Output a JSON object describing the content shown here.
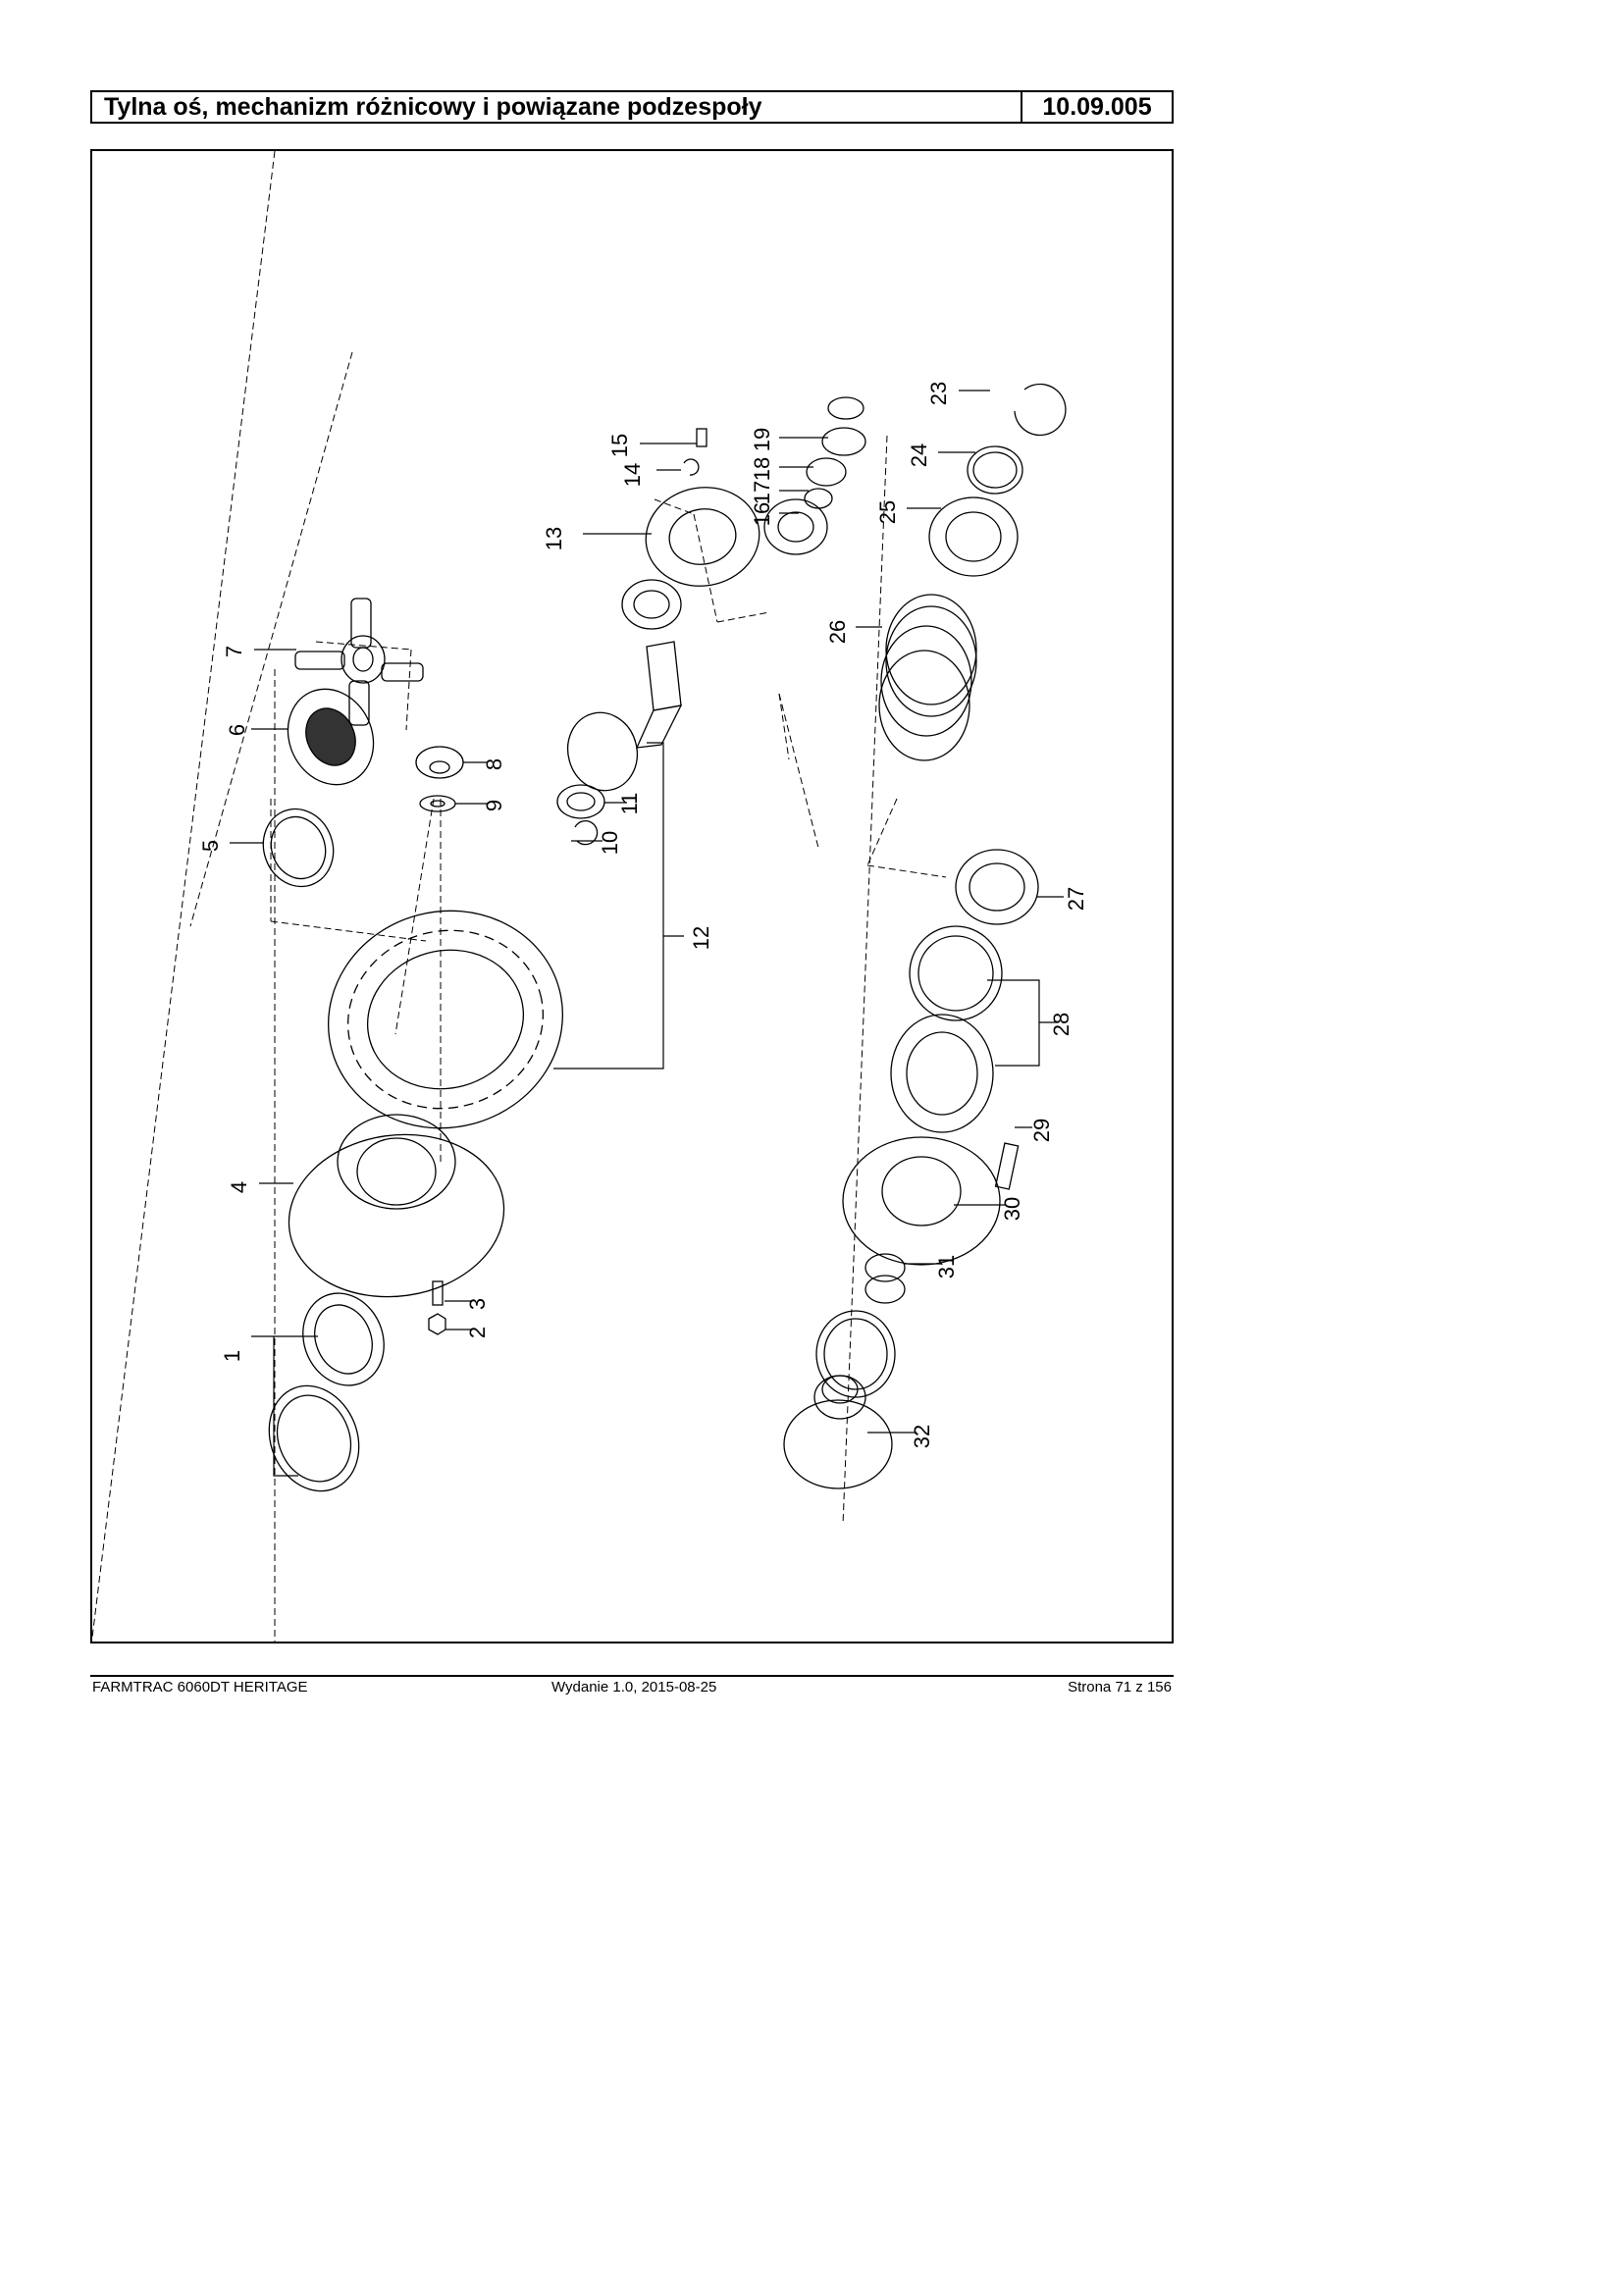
{
  "header": {
    "title": "Tylna oś, mechanizm różnicowy i powiązane podzespoły",
    "code": "10.09.005"
  },
  "diagram": {
    "callouts": [
      "1",
      "2",
      "3",
      "4",
      "5",
      "6",
      "7",
      "8",
      "9",
      "10",
      "11",
      "12",
      "13",
      "14",
      "15",
      "16",
      "17",
      "18",
      "19",
      "23",
      "24",
      "25",
      "26",
      "27",
      "28",
      "29",
      "30",
      "31",
      "32"
    ]
  },
  "footer": {
    "left": "FARMTRAC 6060DT HERITAGE",
    "center": "Wydanie 1.0,  2015-08-25",
    "right": "Strona 71 z 156"
  }
}
